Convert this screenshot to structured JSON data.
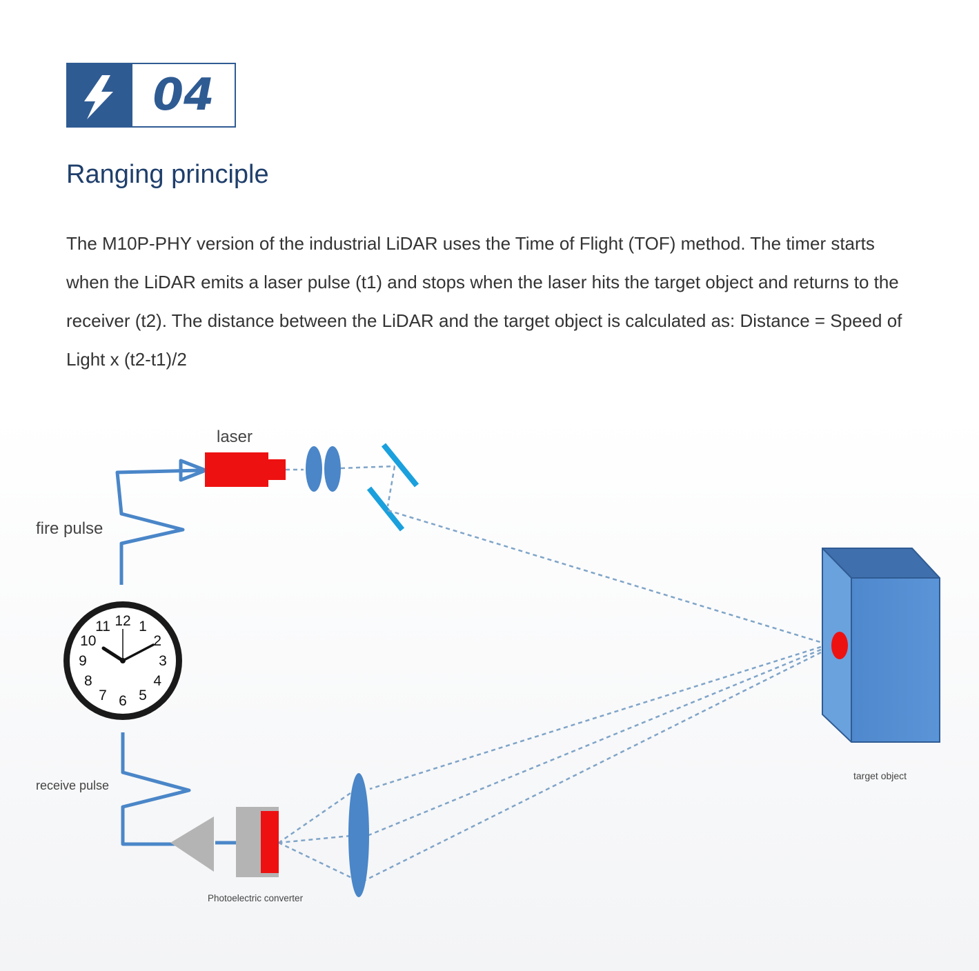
{
  "badge": {
    "icon": "lightning-bolt-icon",
    "number": "04"
  },
  "section": {
    "title": "Ranging principle",
    "description": "The M10P-PHY version of the industrial LiDAR uses the Time of Flight (TOF) method. The timer starts when the LiDAR emits a laser pulse (t1) and stops when the laser hits the target object and returns to the receiver (t2). The distance between the LiDAR and the target object is calculated as: Distance = Speed of Light x (t2-t1)/2"
  },
  "diagram": {
    "labels": {
      "laser": "laser",
      "fire_pulse": "fire pulse",
      "receive_pulse": "receive pulse",
      "photoelectric_converter": "Photoelectric converter",
      "target_object": "target object"
    },
    "clock_numbers": [
      "12",
      "1",
      "2",
      "3",
      "4",
      "5",
      "6",
      "7",
      "8",
      "9",
      "10",
      "11"
    ],
    "colors": {
      "accent": "#2f5b93",
      "laser_red": "#ee1111",
      "optics_blue": "#4a86c8",
      "mirror_blue": "#1aa0dd",
      "target_blue": "#5a92d4",
      "converter_gray": "#b4b4b4"
    }
  }
}
